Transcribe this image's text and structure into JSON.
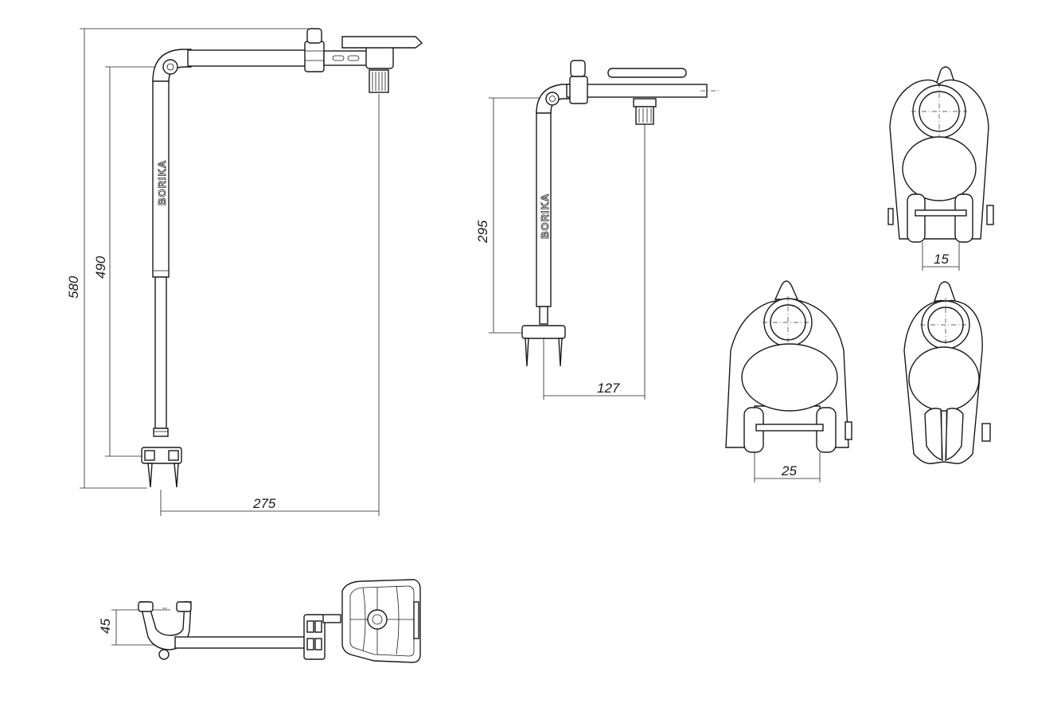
{
  "brand_label": "BORIKA",
  "dimensions": {
    "side_total_height": "580",
    "side_pole_height": "490",
    "side_arm_reach": "275",
    "persp_height": "295",
    "persp_reach": "127",
    "top_width": "45",
    "clamp_a_width": "15",
    "clamp_b_width": "25"
  }
}
